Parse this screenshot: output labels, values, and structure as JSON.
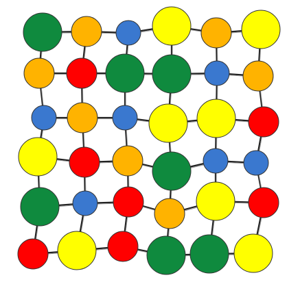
{
  "board": {
    "rows": 6,
    "cols": 6,
    "palette": {
      "green": "#0f8a3e",
      "orange": "#ffb300",
      "blue": "#3a78cf",
      "yellow": "#ffff00",
      "red": "#ff0000"
    },
    "sizes": {
      "s": "small",
      "m": "medium",
      "l": "large"
    },
    "grid": [
      [
        {
          "c": "green",
          "s": "l"
        },
        {
          "c": "orange",
          "s": "m"
        },
        {
          "c": "blue",
          "s": "s"
        },
        {
          "c": "yellow",
          "s": "l"
        },
        {
          "c": "orange",
          "s": "m"
        },
        {
          "c": "yellow",
          "s": "l"
        }
      ],
      [
        {
          "c": "orange",
          "s": "m"
        },
        {
          "c": "red",
          "s": "m"
        },
        {
          "c": "green",
          "s": "l"
        },
        {
          "c": "green",
          "s": "l"
        },
        {
          "c": "blue",
          "s": "s"
        },
        {
          "c": "orange",
          "s": "m"
        }
      ],
      [
        {
          "c": "blue",
          "s": "s"
        },
        {
          "c": "orange",
          "s": "m"
        },
        {
          "c": "blue",
          "s": "s"
        },
        {
          "c": "yellow",
          "s": "l"
        },
        {
          "c": "yellow",
          "s": "l"
        },
        {
          "c": "red",
          "s": "m"
        }
      ],
      [
        {
          "c": "yellow",
          "s": "l"
        },
        {
          "c": "red",
          "s": "m"
        },
        {
          "c": "orange",
          "s": "m"
        },
        {
          "c": "green",
          "s": "l"
        },
        {
          "c": "blue",
          "s": "s"
        },
        {
          "c": "blue",
          "s": "s"
        }
      ],
      [
        {
          "c": "green",
          "s": "l"
        },
        {
          "c": "blue",
          "s": "s"
        },
        {
          "c": "red",
          "s": "m"
        },
        {
          "c": "orange",
          "s": "m"
        },
        {
          "c": "yellow",
          "s": "l"
        },
        {
          "c": "red",
          "s": "m"
        }
      ],
      [
        {
          "c": "red",
          "s": "m"
        },
        {
          "c": "yellow",
          "s": "l"
        },
        {
          "c": "red",
          "s": "m"
        },
        {
          "c": "green",
          "s": "l"
        },
        {
          "c": "green",
          "s": "l"
        },
        {
          "c": "yellow",
          "s": "l"
        }
      ]
    ]
  }
}
